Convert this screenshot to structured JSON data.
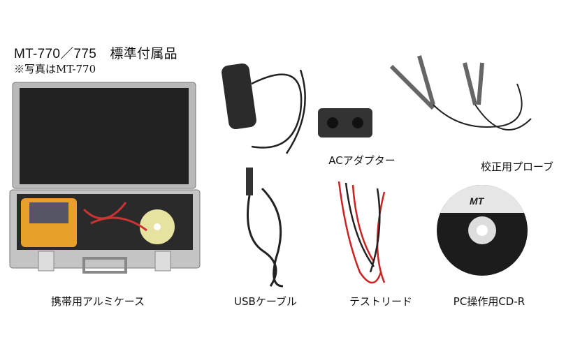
{
  "title": "MT-770／775　標準付属品",
  "subtitle": "※写真はMT-770",
  "items": [
    {
      "label": "携帯用アルミケース"
    },
    {
      "label": "ACアダプター"
    },
    {
      "label": "校正用プローブ"
    },
    {
      "label": "USBケーブル"
    },
    {
      "label": "テストリード"
    },
    {
      "label": "PC操作用CD-R"
    }
  ],
  "cd_logo": "MT"
}
